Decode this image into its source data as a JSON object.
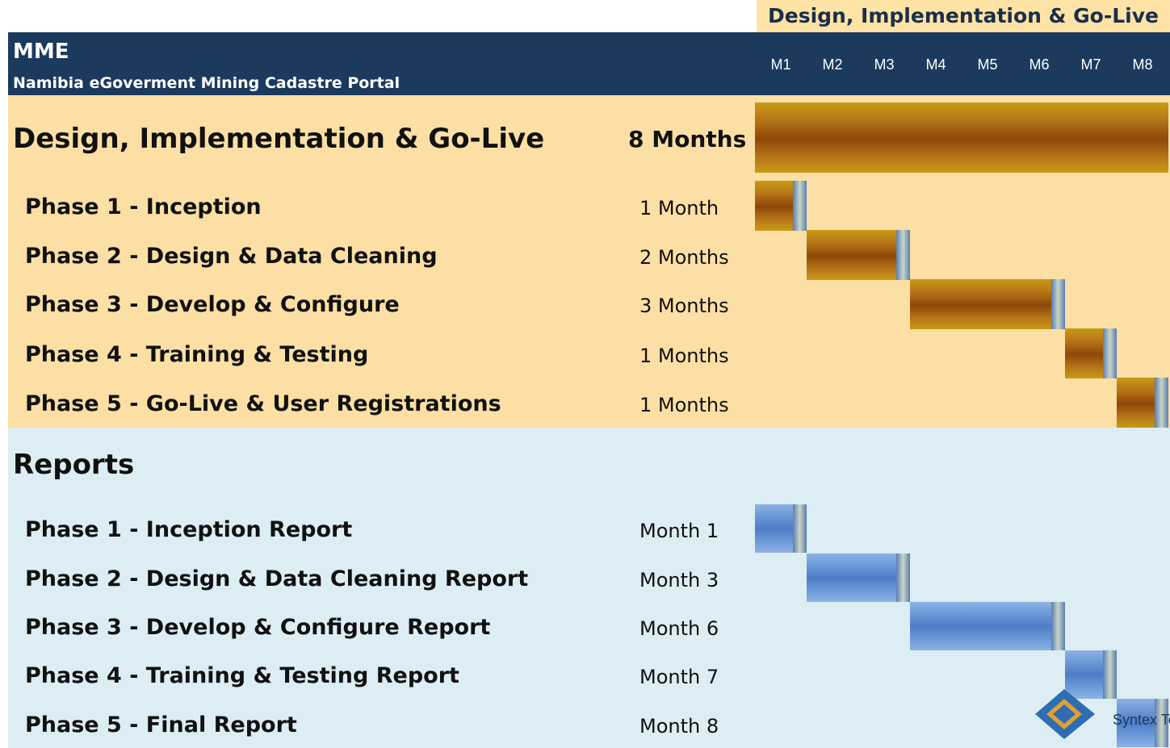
{
  "timeline_title": "Design, Implementation & Go-Live",
  "header": {
    "title": "MME",
    "subtitle": "Namibia eGoverment Mining Cadastre Portal"
  },
  "months": [
    "M1",
    "M2",
    "M3",
    "M4",
    "M5",
    "M6",
    "M7",
    "M8"
  ],
  "sections": {
    "design": {
      "label": "Design, Implementation & Go-Live",
      "duration": "8 Months"
    },
    "reports": {
      "label": "Reports"
    }
  },
  "phases": [
    {
      "label": "Phase 1 - Inception",
      "duration": "1 Month"
    },
    {
      "label": "Phase 2 - Design & Data Cleaning",
      "duration": "2 Months"
    },
    {
      "label": "Phase 3 - Develop & Configure",
      "duration": "3 Months"
    },
    {
      "label": "Phase 4 - Training & Testing",
      "duration": "1 Months"
    },
    {
      "label": "Phase 5 - Go-Live & User Registrations",
      "duration": "1 Months"
    }
  ],
  "reports": [
    {
      "label": "Phase 1 - Inception Report",
      "due": "Month 1"
    },
    {
      "label": "Phase 2 - Design & Data Cleaning Report",
      "due": "Month 3"
    },
    {
      "label": "Phase 3 - Develop & Configure Report",
      "due": "Month 6"
    },
    {
      "label": "Phase 4 - Training & Testing Report",
      "due": "Month 7"
    },
    {
      "label": "Phase 5 - Final Report",
      "due": "Month 8"
    }
  ],
  "logo_text": "Syntex Te",
  "colors": {
    "header_band": "#1c3a5e",
    "phases_background": "#fcdfa4",
    "reports_background": "#dcedf3",
    "gold_bar": "#b67618",
    "blue_bar": "#4f7cc6"
  },
  "chart_data": {
    "type": "gantt",
    "x_categories": [
      "M1",
      "M2",
      "M3",
      "M4",
      "M5",
      "M6",
      "M7",
      "M8"
    ],
    "x_range_months": [
      0,
      8
    ],
    "tasks": [
      {
        "name": "Design, Implementation & Go-Live",
        "start": 0,
        "end": 8,
        "style": "gold",
        "summary": true
      },
      {
        "name": "Phase 1 - Inception",
        "start": 0,
        "end": 1,
        "style": "gold"
      },
      {
        "name": "Phase 2 - Design & Data Cleaning",
        "start": 1,
        "end": 3,
        "style": "gold"
      },
      {
        "name": "Phase 3 - Develop & Configure",
        "start": 3,
        "end": 6,
        "style": "gold"
      },
      {
        "name": "Phase 4 - Training & Testing",
        "start": 6,
        "end": 7,
        "style": "gold"
      },
      {
        "name": "Phase 5 - Go-Live & User Registrations",
        "start": 7,
        "end": 8,
        "style": "gold"
      },
      {
        "name": "Phase 1 - Inception Report",
        "start": 0,
        "end": 1,
        "style": "blue"
      },
      {
        "name": "Phase 2 - Design & Data Cleaning Report",
        "start": 1,
        "end": 3,
        "style": "blue"
      },
      {
        "name": "Phase 3 - Develop & Configure Report",
        "start": 3,
        "end": 6,
        "style": "blue"
      },
      {
        "name": "Phase 4 - Training & Testing Report",
        "start": 6,
        "end": 7,
        "style": "blue"
      },
      {
        "name": "Phase 5 - Final Report",
        "start": 7,
        "end": 8,
        "style": "blue"
      }
    ]
  }
}
